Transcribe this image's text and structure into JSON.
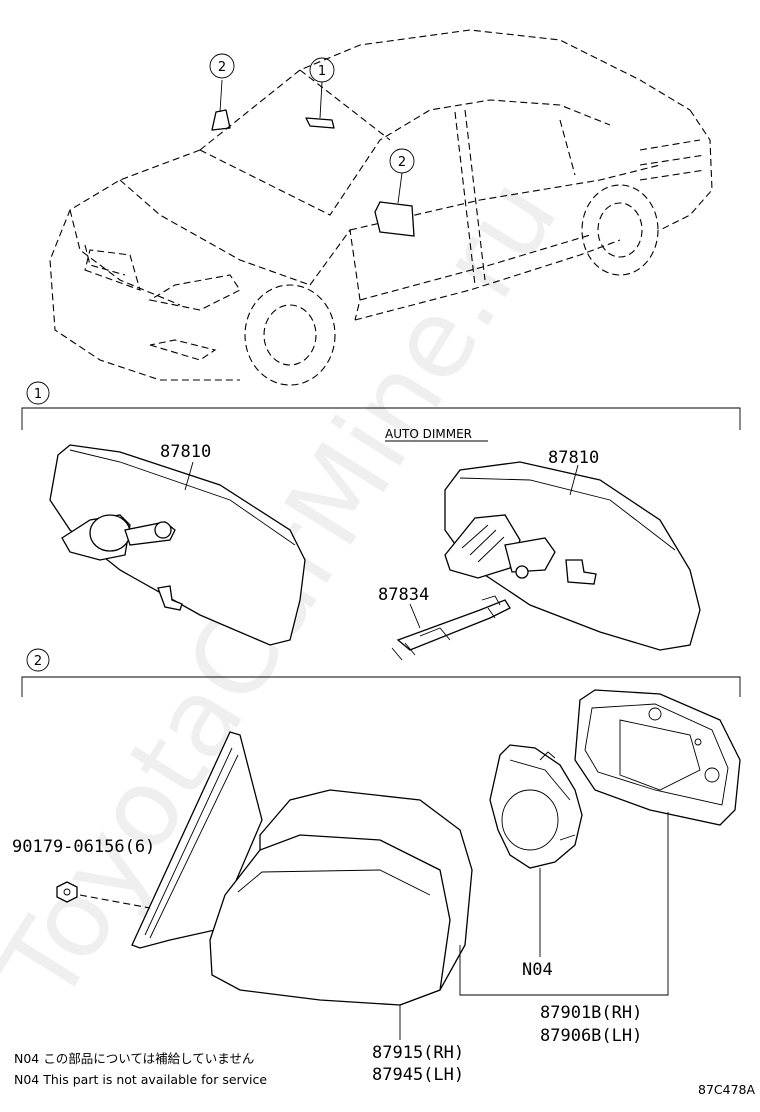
{
  "watermark": "ToyotaCarMine.ru",
  "diagram_code": "87C478A",
  "callouts": {
    "one": "1",
    "two": "2"
  },
  "section1": {
    "marker": "1",
    "auto_dimmer_label": "AUTO DIMMER",
    "mirror_left_part": "87810",
    "mirror_right_part": "87810",
    "wire_part": "87834"
  },
  "section2": {
    "marker": "2",
    "nut_part": "90179-06156(6)",
    "actuator_part": "N04",
    "glass_part_rh": "87901B(RH)",
    "glass_part_lh": "87906B(LH)",
    "cover_part_rh": "87915(RH)",
    "cover_part_lh": "87945(LH)"
  },
  "notes": {
    "jp": "N04 この部品については補給していません",
    "en": "N04 This part is not available for service"
  }
}
